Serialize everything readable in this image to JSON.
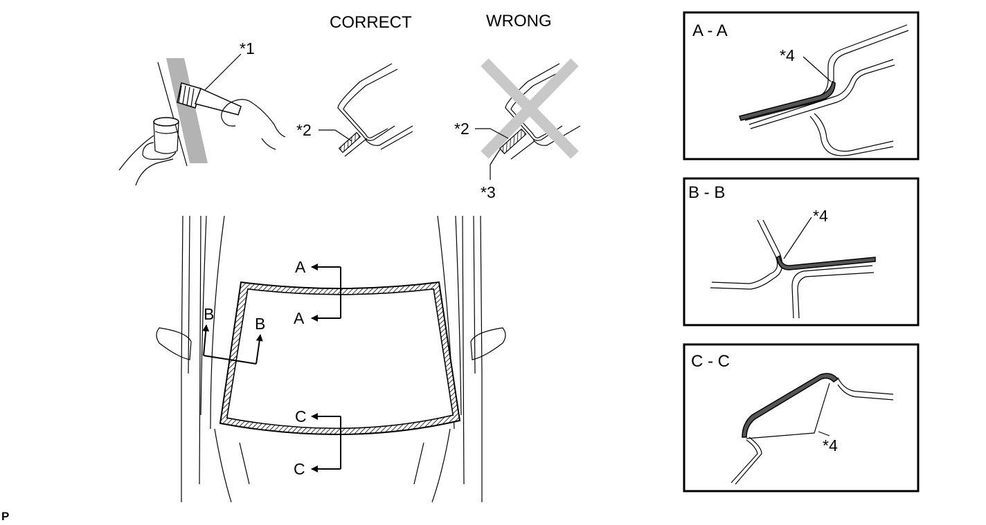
{
  "headings": {
    "correct": "CORRECT",
    "wrong": "WRONG"
  },
  "callouts": {
    "c1": "*1",
    "c2a": "*2",
    "c2b": "*2",
    "c3": "*3"
  },
  "sections": {
    "a_top": "A",
    "a_bottom": "A",
    "b_left": "B",
    "b_right": "B",
    "c_top": "C",
    "c_bottom": "C"
  },
  "panels": [
    {
      "title": "A - A",
      "callout": "*4"
    },
    {
      "title": "B - B",
      "callout": "*4"
    },
    {
      "title": "C - C",
      "callout": "*4"
    }
  ],
  "code": "P"
}
